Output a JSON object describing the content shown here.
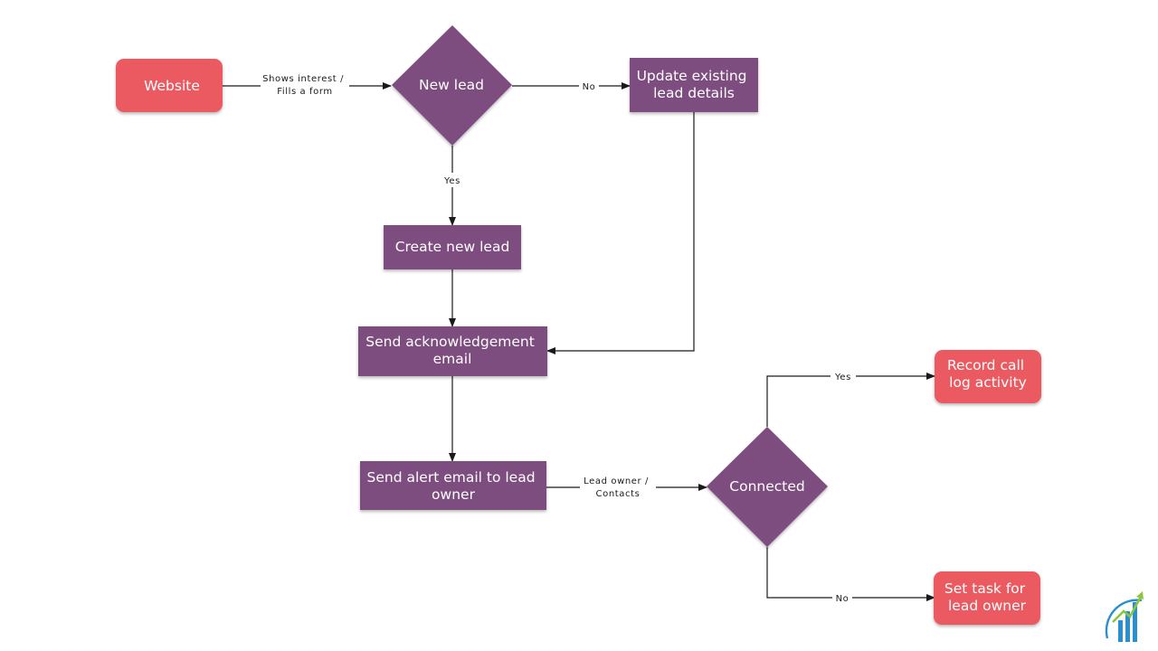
{
  "diagram": {
    "nodes": {
      "website": {
        "lines": [
          "Website"
        ],
        "shape": "rounded-rect",
        "color": "#ea5a61"
      },
      "new_lead": {
        "lines": [
          "New lead"
        ],
        "shape": "diamond",
        "color": "#7e4d80"
      },
      "update_existing": {
        "lines": [
          "Update existing",
          "lead details"
        ],
        "shape": "rect",
        "color": "#7e4d80"
      },
      "create_new_lead": {
        "lines": [
          "Create new lead"
        ],
        "shape": "rect",
        "color": "#7e4d80"
      },
      "send_ack_email": {
        "lines": [
          "Send acknowledgement",
          "email"
        ],
        "shape": "rect",
        "color": "#7e4d80"
      },
      "send_alert_email": {
        "lines": [
          "Send alert email to lead",
          "owner"
        ],
        "shape": "rect",
        "color": "#7e4d80"
      },
      "connected": {
        "lines": [
          "Connected"
        ],
        "shape": "diamond",
        "color": "#7e4d80"
      },
      "record_call": {
        "lines": [
          "Record call",
          "log activity"
        ],
        "shape": "rounded-rect",
        "color": "#ea5a61"
      },
      "set_task": {
        "lines": [
          "Set task for",
          "lead owner"
        ],
        "shape": "rounded-rect",
        "color": "#ea5a61"
      }
    },
    "edges": {
      "website_to_new_lead": {
        "from": "website",
        "to": "new_lead",
        "lines": [
          "Shows interest /",
          "Fills a form"
        ]
      },
      "new_lead_no": {
        "from": "new_lead",
        "to": "update_existing",
        "lines": [
          "No"
        ]
      },
      "new_lead_yes": {
        "from": "new_lead",
        "to": "create_new_lead",
        "lines": [
          "Yes"
        ]
      },
      "create_to_ack": {
        "from": "create_new_lead",
        "to": "send_ack_email",
        "lines": []
      },
      "update_to_ack": {
        "from": "update_existing",
        "to": "send_ack_email",
        "lines": []
      },
      "ack_to_alert": {
        "from": "send_ack_email",
        "to": "send_alert_email",
        "lines": []
      },
      "alert_to_connected": {
        "from": "send_alert_email",
        "to": "connected",
        "lines": [
          "Lead owner /",
          "Contacts"
        ]
      },
      "connected_yes": {
        "from": "connected",
        "to": "record_call",
        "lines": [
          "Yes"
        ]
      },
      "connected_no": {
        "from": "connected",
        "to": "set_task",
        "lines": [
          "No"
        ]
      }
    }
  },
  "logo": {
    "icon": "bar-chart-growth-logo-icon",
    "colors": [
      "#2a8fd0",
      "#8cc63f"
    ]
  }
}
